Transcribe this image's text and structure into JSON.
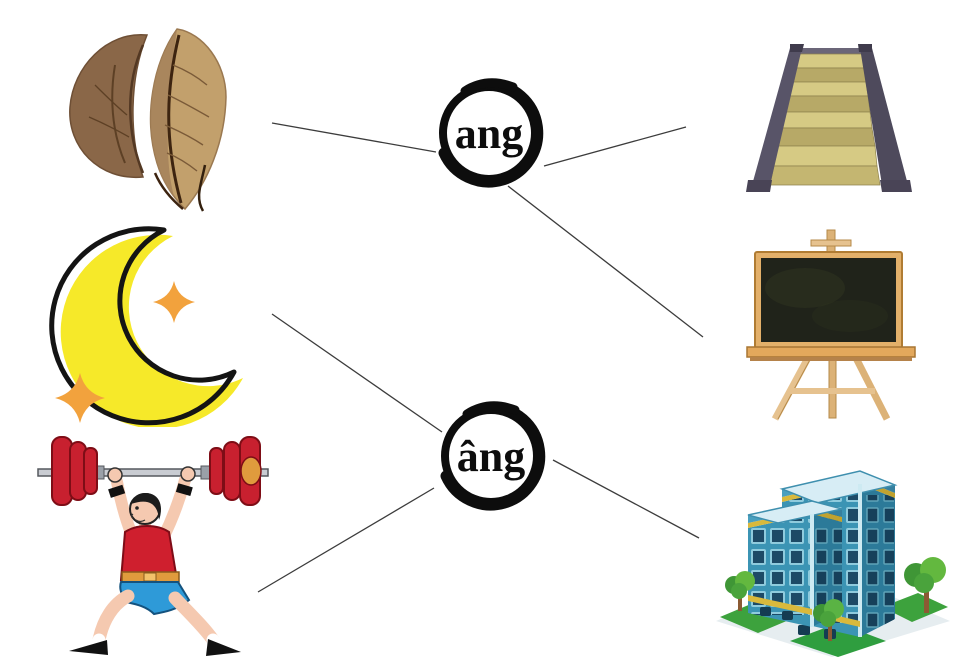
{
  "exercise": {
    "kind": "picture-to-sound matching",
    "sounds": [
      {
        "id": "ang",
        "label": "ang"
      },
      {
        "id": "ang-circumflex",
        "label": "âng"
      }
    ],
    "pictures": [
      {
        "id": "dried-leaves"
      },
      {
        "id": "crescent-moon"
      },
      {
        "id": "weightlifter"
      },
      {
        "id": "staircase"
      },
      {
        "id": "blackboard"
      },
      {
        "id": "office-building"
      }
    ],
    "connections": [
      {
        "from": "dried-leaves",
        "to": "ang"
      },
      {
        "from": "ang",
        "to": "staircase"
      },
      {
        "from": "ang",
        "to": "blackboard"
      },
      {
        "from": "crescent-moon",
        "to": "ang-circumflex"
      },
      {
        "from": "weightlifter",
        "to": "ang-circumflex"
      },
      {
        "from": "ang-circumflex",
        "to": "office-building"
      }
    ],
    "colors": {
      "background": "#ffffff",
      "connector_line": "#3c3c3c",
      "circle_ink": "#0d0d0d",
      "moon_yellow": "#f6e929",
      "sparkle_orange": "#f2a23d",
      "leaf_light": "#c2a06c",
      "leaf_dark": "#8a6748",
      "plate_red": "#c8202f",
      "singlet_red": "#cf1f2e",
      "shorts_blue": "#2e9ad8",
      "belt_orange": "#e09b3d",
      "stair_tread": "#d6ca84",
      "stair_rail": "#585468",
      "board_surface": "#20231a",
      "board_frame": "#e3b06a",
      "building_teal": "#3b94b4",
      "window_navy": "#1d4a66",
      "trim_yellow": "#d9b93c",
      "tree_green": "#4aa33c"
    }
  }
}
